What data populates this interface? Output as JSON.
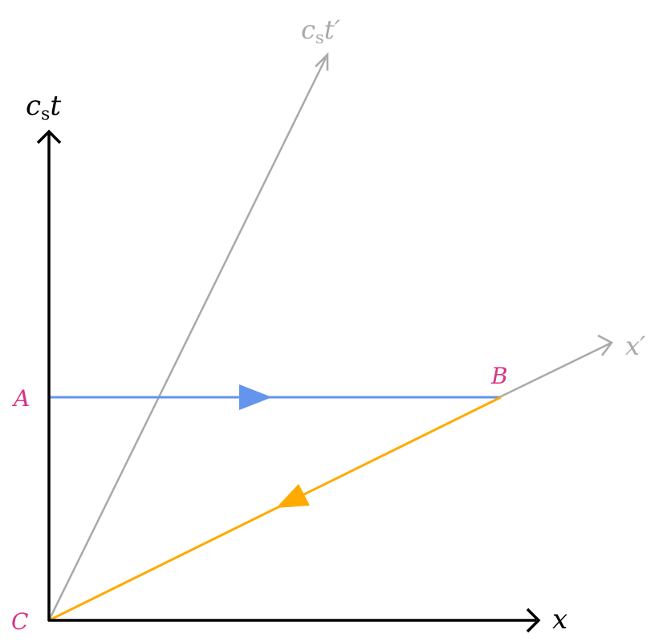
{
  "axes": {
    "ct": {
      "label": "cₛt",
      "base": "c",
      "sub": "s",
      "var": "t"
    },
    "x": {
      "label": "x"
    },
    "ct_prime": {
      "label": "cₛt′",
      "base": "c",
      "sub": "s",
      "var": "t′"
    },
    "x_prime": {
      "label": "x′"
    }
  },
  "points": {
    "A": {
      "label": "A"
    },
    "B": {
      "label": "B"
    },
    "C": {
      "label": "C"
    }
  },
  "colors": {
    "axis": "#000000",
    "primed_axis": "#a9a9a9",
    "path_A_to_B": "#6495ed",
    "path_B_to_C": "#ffaa00",
    "point_label": "#d63384"
  }
}
